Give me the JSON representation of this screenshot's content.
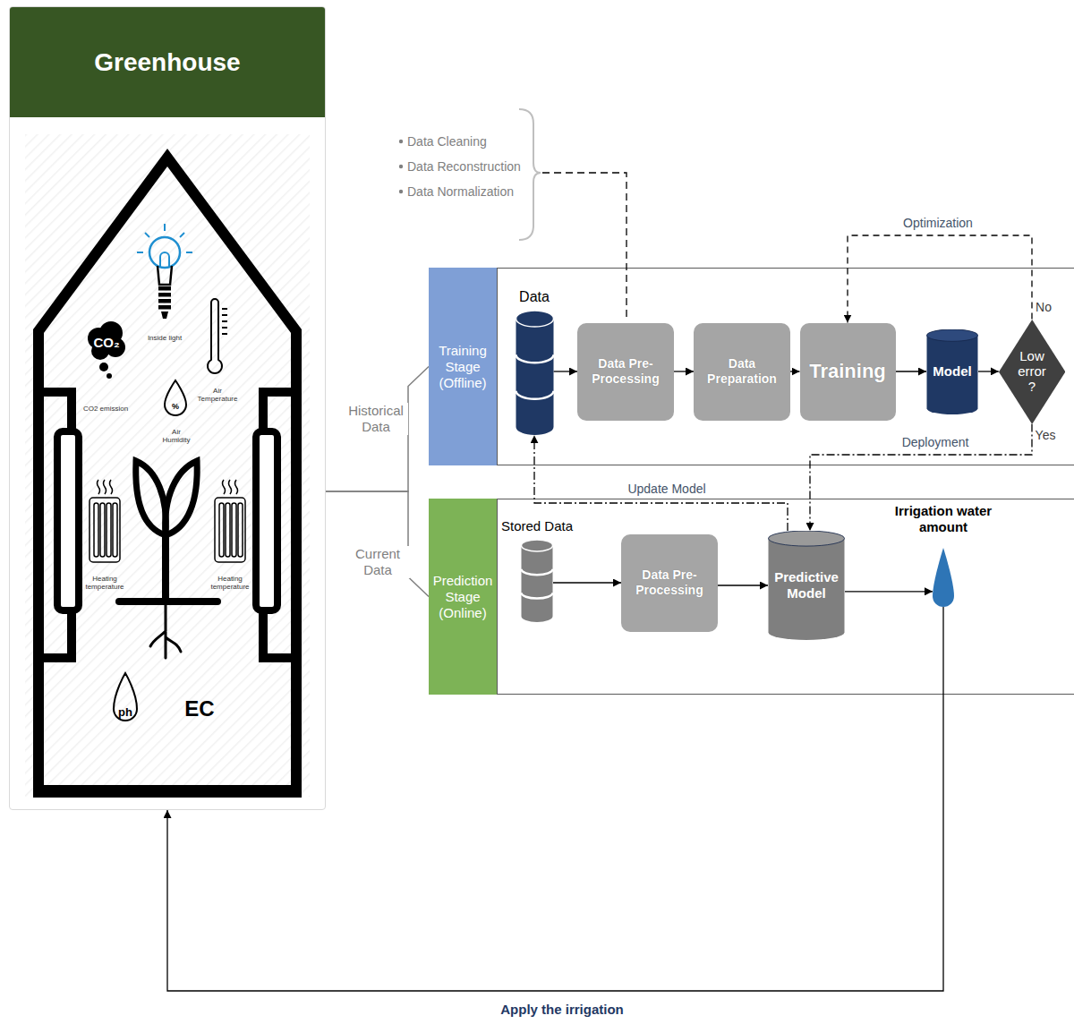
{
  "diagram": {
    "nodes": [
      {
        "text": [
          "Greenhouse"
        ]
      },
      {
        "text": [
          "Training Stage (Offline)"
        ]
      },
      {
        "text": [
          "Data"
        ]
      },
      {
        "text": [
          "Data Pre-Processing"
        ]
      },
      {
        "text": [
          "Data Preparation"
        ]
      },
      {
        "text": [
          "Training"
        ]
      },
      {
        "text": [
          "Model"
        ]
      },
      {
        "text": [
          "Low error ?"
        ]
      },
      {
        "text": [
          "Prediction Stage (Online)"
        ]
      },
      {
        "text": [
          "Stored Data"
        ]
      },
      {
        "text": [
          "Data Pre-Processing"
        ]
      },
      {
        "text": [
          "Predictive Model"
        ]
      },
      {
        "text": [
          "Irrigation water amount"
        ]
      }
    ],
    "edges": [
      {
        "from": 0,
        "to": 1,
        "arrow": "none",
        "label": "Historical Data"
      },
      {
        "from": 0,
        "to": 8,
        "arrow": "none",
        "label": "Current Data"
      },
      {
        "from": 2,
        "to": 3,
        "arrow": "to"
      },
      {
        "from": 3,
        "to": 4,
        "arrow": "to"
      },
      {
        "from": 4,
        "to": 5,
        "arrow": "to"
      },
      {
        "from": 5,
        "to": 6,
        "arrow": "to"
      },
      {
        "from": 6,
        "to": 7,
        "arrow": "to"
      },
      {
        "from": 7,
        "to": 5,
        "arrow": "to",
        "label": "Optimization"
      },
      {
        "from": 7,
        "to": 11,
        "arrow": "to",
        "label": "Deployment"
      },
      {
        "from": 11,
        "to": 2,
        "arrow": "to",
        "label": "Update Model"
      },
      {
        "from": 9,
        "to": 10,
        "arrow": "to"
      },
      {
        "from": 10,
        "to": 11,
        "arrow": "to"
      },
      {
        "from": 11,
        "to": 12,
        "arrow": "to"
      },
      {
        "from": 12,
        "to": 0,
        "arrow": "to",
        "label": "Apply the irrigation"
      }
    ],
    "labels": [
      "CO₂",
      "CO2 emission",
      "Inside light",
      "Air Temperature",
      "%",
      "Air Humidity",
      "Heating temperature",
      "Heating temperature",
      "ph",
      "EC",
      "Data Cleaning",
      "Data Reconstruction",
      "Data Normalization",
      "No",
      "Yes"
    ]
  }
}
